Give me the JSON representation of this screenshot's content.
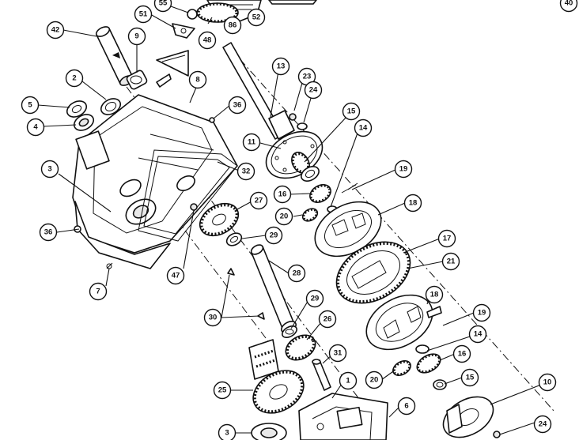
{
  "callouts": [
    {
      "label": "42"
    },
    {
      "label": "51"
    },
    {
      "label": "55"
    },
    {
      "label": "48"
    },
    {
      "label": "86"
    },
    {
      "label": "52"
    },
    {
      "label": "40"
    },
    {
      "label": "9"
    },
    {
      "label": "8"
    },
    {
      "label": "2"
    },
    {
      "label": "5"
    },
    {
      "label": "4"
    },
    {
      "label": "36"
    },
    {
      "label": "13"
    },
    {
      "label": "23"
    },
    {
      "label": "24"
    },
    {
      "label": "11"
    },
    {
      "label": "15"
    },
    {
      "label": "14"
    },
    {
      "label": "3"
    },
    {
      "label": "32"
    },
    {
      "label": "19"
    },
    {
      "label": "27"
    },
    {
      "label": "16"
    },
    {
      "label": "20"
    },
    {
      "label": "18"
    },
    {
      "label": "36"
    },
    {
      "label": "29"
    },
    {
      "label": "17"
    },
    {
      "label": "47"
    },
    {
      "label": "21"
    },
    {
      "label": "28"
    },
    {
      "label": "7"
    },
    {
      "label": "18"
    },
    {
      "label": "30"
    },
    {
      "label": "29"
    },
    {
      "label": "19"
    },
    {
      "label": "26"
    },
    {
      "label": "14"
    },
    {
      "label": "16"
    },
    {
      "label": "31"
    },
    {
      "label": "20"
    },
    {
      "label": "15"
    },
    {
      "label": "1"
    },
    {
      "label": "10"
    },
    {
      "label": "25"
    },
    {
      "label": "6"
    },
    {
      "label": "3"
    },
    {
      "label": "24"
    }
  ]
}
